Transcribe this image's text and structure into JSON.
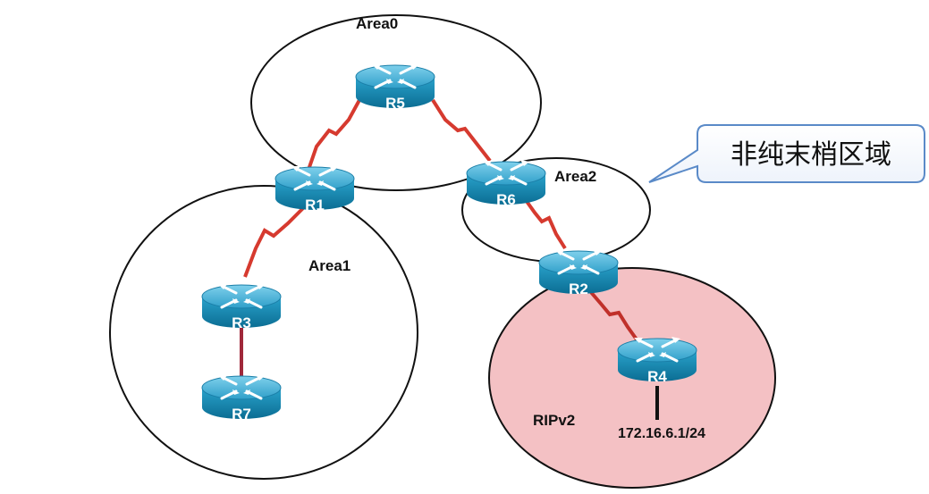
{
  "areas": {
    "area0": "Area0",
    "area1": "Area1",
    "area2": "Area2",
    "ripv2": "RIPv2"
  },
  "routers": {
    "r1": "R1",
    "r2": "R2",
    "r3": "R3",
    "r4": "R4",
    "r5": "R5",
    "r6": "R6",
    "r7": "R7"
  },
  "network": {
    "r4_subnet": "172.16.6.1/24"
  },
  "callout": {
    "text": "非纯末梢区域"
  },
  "colors": {
    "router_body": "#1f8fb8",
    "router_top": "#3fb0d6",
    "serial_link": "#d63a2f",
    "ethernet_link": "#a0283a",
    "ripv2_fill": "#f4c1c4",
    "callout_border": "#5a8ac8"
  }
}
